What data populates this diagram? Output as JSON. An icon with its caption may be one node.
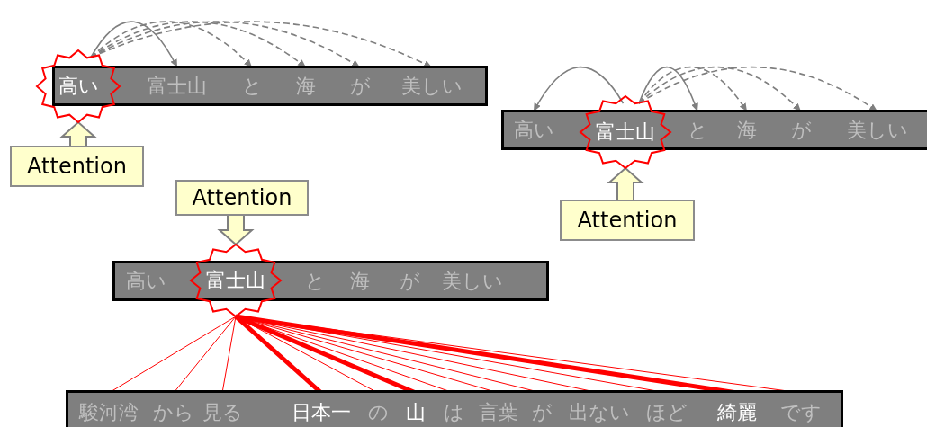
{
  "diagram": {
    "nodes": [
      {
        "text": [],
        "shape": "bar"
      },
      {
        "text": [
          "高い"
        ]
      },
      {
        "text": [
          "富士山"
        ],
        "in": 0
      },
      {
        "text": [
          "と"
        ],
        "in": 0
      },
      {
        "text": [
          "海"
        ],
        "in": 0
      },
      {
        "text": [
          "が"
        ],
        "in": 0
      },
      {
        "text": [
          "美しい"
        ],
        "in": 0
      },
      {
        "text": [
          "Attention"
        ]
      },
      {
        "text": [],
        "shape": "bar"
      },
      {
        "text": [
          "高い"
        ],
        "in": 8
      },
      {
        "text": [
          "富士山"
        ]
      },
      {
        "text": [
          "と"
        ],
        "in": 8
      },
      {
        "text": [
          "海"
        ],
        "in": 8
      },
      {
        "text": [
          "が"
        ],
        "in": 8
      },
      {
        "text": [
          "美しい"
        ],
        "in": 8
      },
      {
        "text": [
          "Attention"
        ]
      },
      {
        "text": [
          "Attention"
        ]
      },
      {
        "text": [],
        "shape": "bar"
      },
      {
        "text": [
          "高い"
        ],
        "in": 17
      },
      {
        "text": [
          "富士山"
        ]
      },
      {
        "text": [
          "と"
        ],
        "in": 17
      },
      {
        "text": [
          "海"
        ],
        "in": 17
      },
      {
        "text": [
          "が"
        ],
        "in": 17
      },
      {
        "text": [
          "美しい"
        ],
        "in": 17
      },
      {
        "text": [],
        "shape": "bar"
      },
      {
        "text": [
          "駿河湾"
        ],
        "in": 24
      },
      {
        "text": [
          "から"
        ],
        "in": 24
      },
      {
        "text": [
          "見る"
        ],
        "in": 24
      },
      {
        "text": [
          "日本一"
        ],
        "in": 24
      },
      {
        "text": [
          "の"
        ],
        "in": 24
      },
      {
        "text": [
          "山"
        ],
        "in": 24
      },
      {
        "text": [
          "は"
        ],
        "in": 24
      },
      {
        "text": [
          "言葉"
        ],
        "in": 24
      },
      {
        "text": [
          "が"
        ],
        "in": 24
      },
      {
        "text": [
          "出ない"
        ],
        "in": 24
      },
      {
        "text": [
          "ほど"
        ],
        "in": 24
      },
      {
        "text": [
          "綺麗"
        ],
        "in": 24
      },
      {
        "text": [
          "です"
        ],
        "in": 24
      }
    ],
    "edges": [
      {
        "from": 1,
        "to": 2,
        "arrow": "to",
        "color": "#7f7f7f"
      },
      {
        "from": 1,
        "to": 3,
        "arrow": "to",
        "style": "dashed",
        "color": "#7f7f7f"
      },
      {
        "from": 1,
        "to": 4,
        "arrow": "to",
        "style": "dashed",
        "color": "#7f7f7f"
      },
      {
        "from": 1,
        "to": 5,
        "arrow": "to",
        "style": "dashed",
        "color": "#7f7f7f"
      },
      {
        "from": 1,
        "to": 6,
        "arrow": "to",
        "style": "dashed",
        "color": "#7f7f7f"
      },
      {
        "from": 7,
        "to": 1,
        "arrow": "to",
        "color": "#7f7f7f"
      },
      {
        "from": 10,
        "to": 9,
        "arrow": "to",
        "color": "#7f7f7f"
      },
      {
        "from": 10,
        "to": 11,
        "arrow": "to",
        "color": "#7f7f7f"
      },
      {
        "from": 10,
        "to": 12,
        "arrow": "to",
        "style": "dashed",
        "color": "#7f7f7f"
      },
      {
        "from": 10,
        "to": 13,
        "arrow": "to",
        "style": "dashed",
        "color": "#7f7f7f"
      },
      {
        "from": 10,
        "to": 14,
        "arrow": "to",
        "style": "dashed",
        "color": "#7f7f7f"
      },
      {
        "from": 15,
        "to": 10,
        "arrow": "to",
        "color": "#7f7f7f"
      },
      {
        "from": 16,
        "to": 19,
        "arrow": "to",
        "color": "#7f7f7f"
      },
      {
        "from": 19,
        "to": 25,
        "arrow": "none"
      },
      {
        "from": 19,
        "to": 26,
        "arrow": "none"
      },
      {
        "from": 19,
        "to": 27,
        "arrow": "none"
      },
      {
        "from": 19,
        "to": 28,
        "arrow": "none",
        "style": "thick"
      },
      {
        "from": 19,
        "to": 29,
        "arrow": "none"
      },
      {
        "from": 19,
        "to": 30,
        "arrow": "none",
        "style": "thick"
      },
      {
        "from": 19,
        "to": 31,
        "arrow": "none"
      },
      {
        "from": 19,
        "to": 32,
        "arrow": "none"
      },
      {
        "from": 19,
        "to": 33,
        "arrow": "none"
      },
      {
        "from": 19,
        "to": 34,
        "arrow": "none"
      },
      {
        "from": 19,
        "to": 35,
        "arrow": "none"
      },
      {
        "from": 19,
        "to": 36,
        "arrow": "none",
        "style": "thick"
      },
      {
        "from": 19,
        "to": 37,
        "arrow": "none"
      }
    ]
  }
}
